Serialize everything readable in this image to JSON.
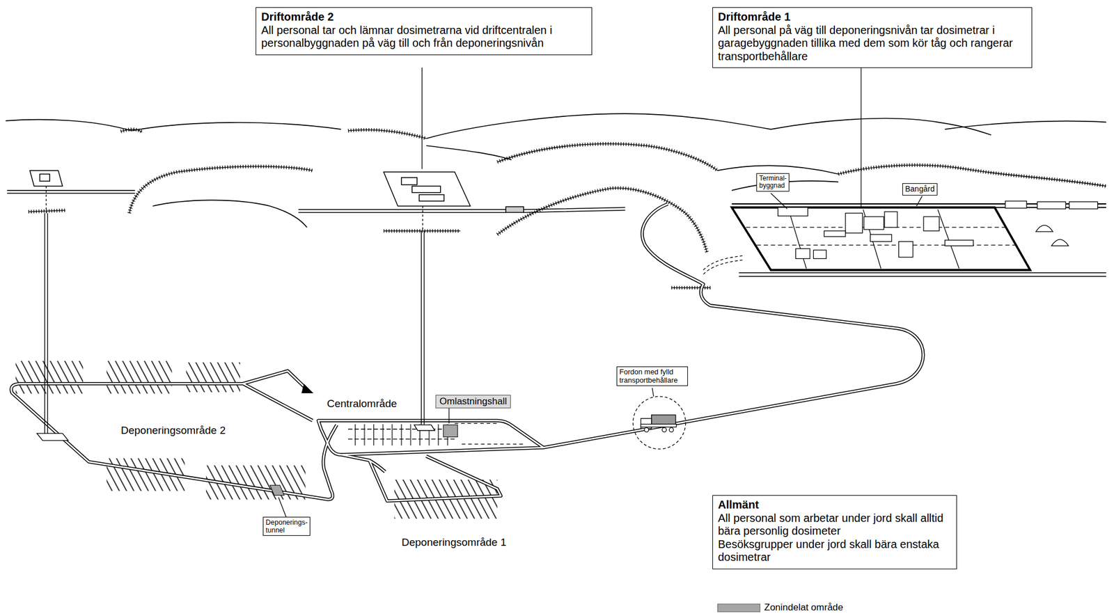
{
  "diagram": {
    "nodes": [
      {
        "text": [
          "Driftområde 2",
          "All personal tar och lämnar dosimetrarna vid driftcentralen i personalbyggnaden på väg till och från deponeringsnivån"
        ]
      },
      {
        "text": [
          "Driftområde 1",
          "All personal på väg till deponeringsnivån tar dosimetrar i garagebyggnaden tillika med dem som kör tåg och rangerar transportbehållare"
        ]
      },
      {
        "text": [
          "Terminal- byggnad"
        ]
      },
      {
        "text": [
          "Bangård"
        ]
      },
      {
        "text": [
          "Omlastningshall"
        ]
      },
      {
        "text": [
          "Fordon med fylld transportbehållare"
        ]
      },
      {
        "text": [
          "Deponerings- tunnel"
        ]
      },
      {
        "text": [
          "Allmänt",
          "All personal som arbetar under jord skall alltid bära personlig dosimeter",
          "Besöksgrupper under jord skall bära enstaka dosimetrar"
        ]
      }
    ],
    "labels": [
      "Centralområde",
      "Deponeringsområde 2",
      "Deponeringsområde 1"
    ],
    "legend": [
      {
        "text": "Zonindelat område",
        "color": "#a6a6a6"
      }
    ]
  }
}
